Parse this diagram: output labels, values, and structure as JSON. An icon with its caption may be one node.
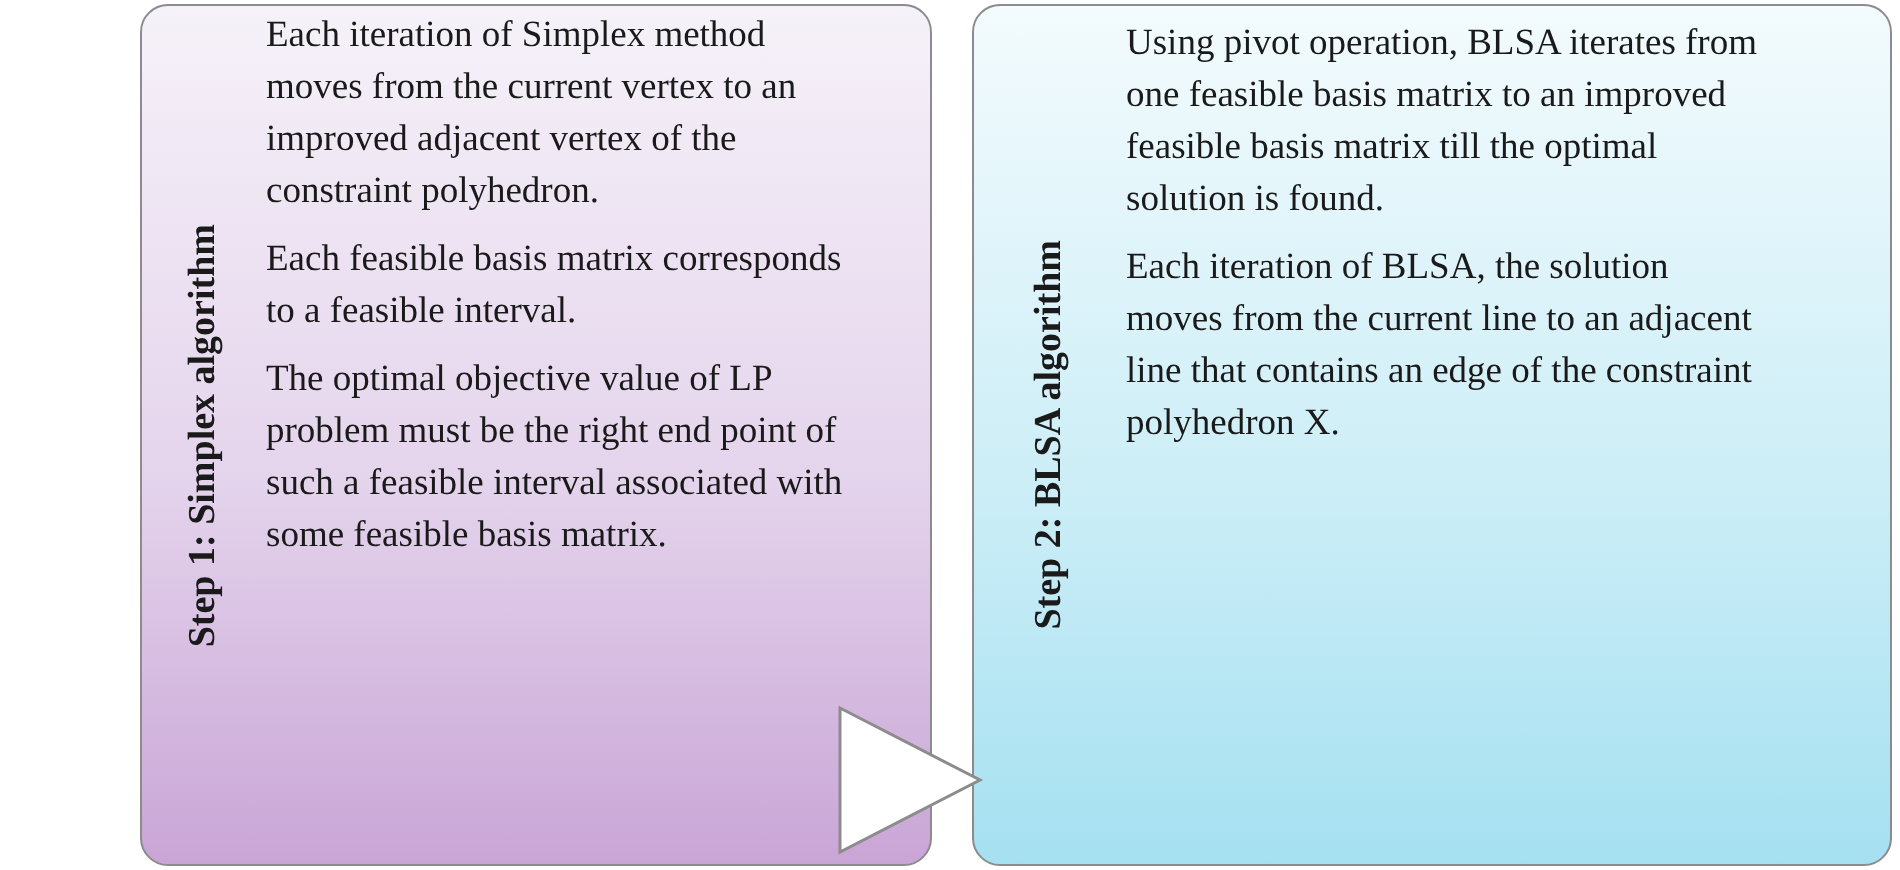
{
  "diagram": {
    "nodes": [
      {
        "text": [
          "Step 1: Simplex algorithm",
          "Each iteration of Simplex method moves from the current vertex to an improved adjacent vertex of the constraint polyhedron.",
          "Each feasible basis matrix corresponds to a feasible interval.",
          "The optimal objective value of LP problem must be the right end point of such a feasible interval associated with some feasible basis matrix."
        ]
      },
      {
        "text": [
          "Step 2: BLSA algorithm",
          "Using pivot operation, BLSA iterates from one feasible basis matrix to an improved feasible basis matrix till the optimal solution is found.",
          "Each iteration of BLSA, the solution moves from the current line to an adjacent line that contains an edge of the constraint polyhedron X."
        ]
      }
    ],
    "edges": [
      {
        "from": 0,
        "to": 1,
        "arrow": "to"
      }
    ]
  }
}
